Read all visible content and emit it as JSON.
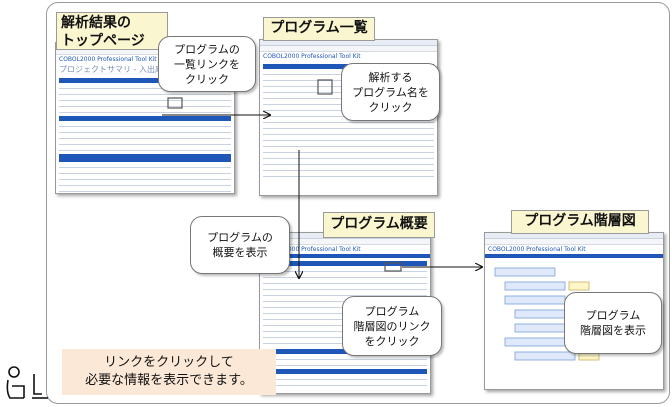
{
  "titles": {
    "top": "解析結果の\nトップページ",
    "list": "プログラム一覧",
    "summary": "プログラム概要",
    "hierarchy": "プログラム階層図"
  },
  "callouts": {
    "click_list_link": "プログラムの\n一覧リンクを\nクリック",
    "click_program_name": "解析する\nプログラム名を\nクリック",
    "show_summary": "プログラムの\n概要を表示",
    "click_hierarchy_link": "プログラム\n階層図のリンク\nをクリック",
    "show_hierarchy": "プログラム\n階層図を表示"
  },
  "note": "リンクをクリックして\n必要な情報を表示できます。",
  "screens": {
    "top_app": "COBOL2000 Professional Tool Kit",
    "top_heading": "プロジェクトサマリ - 入出庫管理シス",
    "list_app": "COBOL2000 Professional Tool Kit",
    "summary_app": "COBOL2000 Professional Tool Kit",
    "hierarchy_app": "COBOL2000 Professional Tool Kit"
  },
  "colors": {
    "title_bg": "#faf6cf",
    "note_bg": "#fbe8d6",
    "accent": "#1f57b8"
  }
}
